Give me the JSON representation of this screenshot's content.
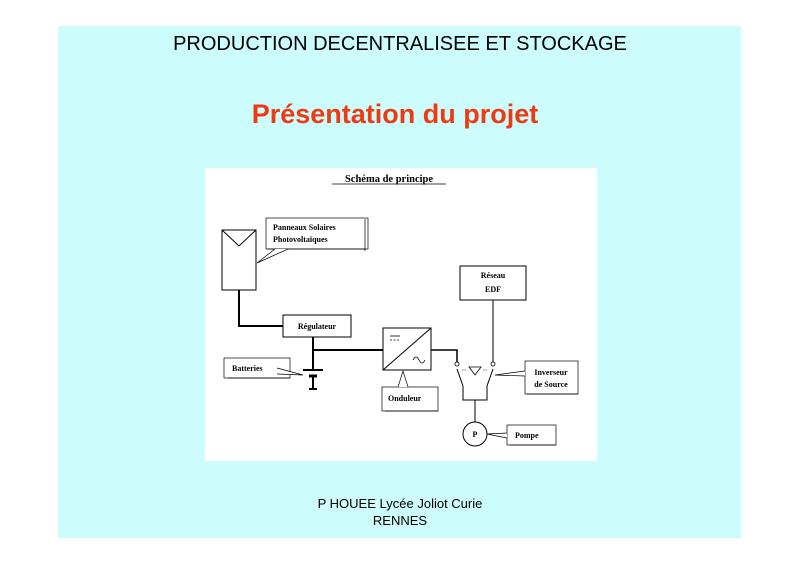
{
  "slide": {
    "header": "PRODUCTION DECENTRALISEE  ET STOCKAGE",
    "title": "Présentation du projet",
    "footer_line1": "P HOUEE Lycée Joliot Curie",
    "footer_line2": "RENNES",
    "background_color": "#ccfcfc",
    "title_color": "#ee3a14"
  },
  "diagram": {
    "heading": "Schéma de principe",
    "labels": {
      "solar_line1": "Panneaux Solaires",
      "solar_line2": "Photovoltaïques",
      "regulator": "Régulateur",
      "batteries": "Batteries",
      "inverter": "Onduleur",
      "grid_line1": "Réseau",
      "grid_line2": "EDF",
      "source_switch_line1": "Inverseur",
      "source_switch_line2": "de Source",
      "pump_symbol": "P",
      "pump": "Pompe"
    }
  }
}
